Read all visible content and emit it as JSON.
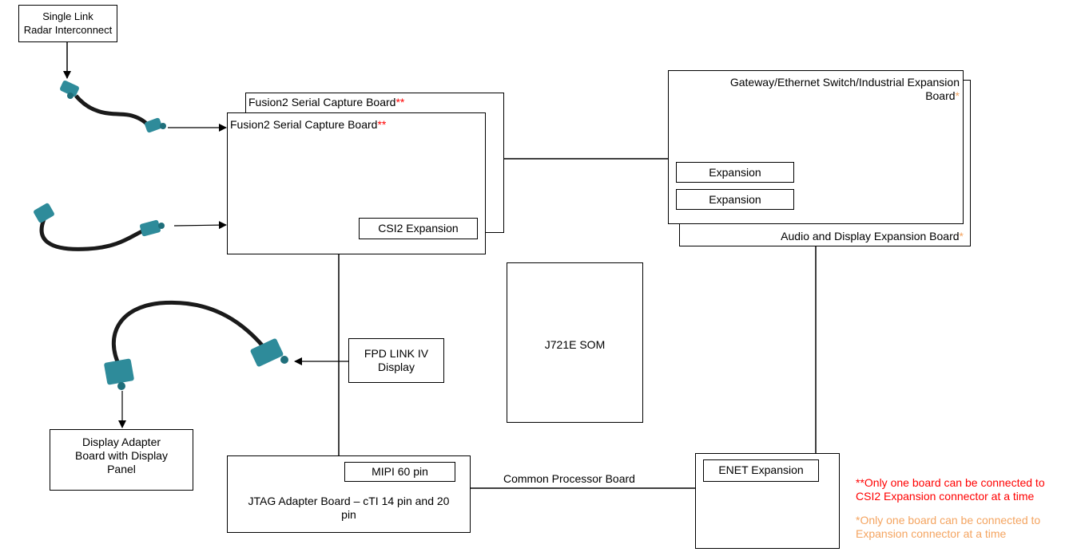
{
  "blocks": {
    "single_link": [
      "Single Link",
      "Radar Interconnect"
    ],
    "fusion_back_title": "Fusion2 Serial Capture Board",
    "fusion_back_mark": "**",
    "fusion_front_title": "Fusion2 Serial Capture Board",
    "fusion_front_mark": "**",
    "csi2": "CSI2 Expansion",
    "gateway_title": [
      "Gateway/Ethernet Switch/Industrial Expansion",
      "Board"
    ],
    "gateway_mark": "*",
    "expansion_1": "Expansion",
    "expansion_2": "Expansion",
    "audio": "Audio and Display Expansion Board",
    "audio_mark": "*",
    "som": "J721E SOM",
    "fpd": [
      "FPD LINK IV",
      "Display"
    ],
    "display_adapter": [
      "Display",
      "Adapter",
      "Board with Display",
      "Panel"
    ],
    "mipi": "MIPI 60 pin",
    "jtag": [
      "JTAG Adapter Board – cTI 14 pin and 20",
      "pin"
    ],
    "enet": "ENET Expansion",
    "cpb_label": "Common Processor Board"
  },
  "notes": {
    "red_note": [
      "**Only one board can be connected to",
      "CSI2 Expansion connector at a time"
    ],
    "orange_note": [
      "*Only one board can be connected to",
      "Expansion connector at a time"
    ]
  },
  "icons": [
    "coax-cable-icon",
    "coax-cable-icon",
    "coax-cable-icon"
  ],
  "colors": {
    "connector": "#2e8b9a",
    "cable": "#1a1a1a",
    "red_note": "#ff0000",
    "orange_note": "#f4a460"
  }
}
